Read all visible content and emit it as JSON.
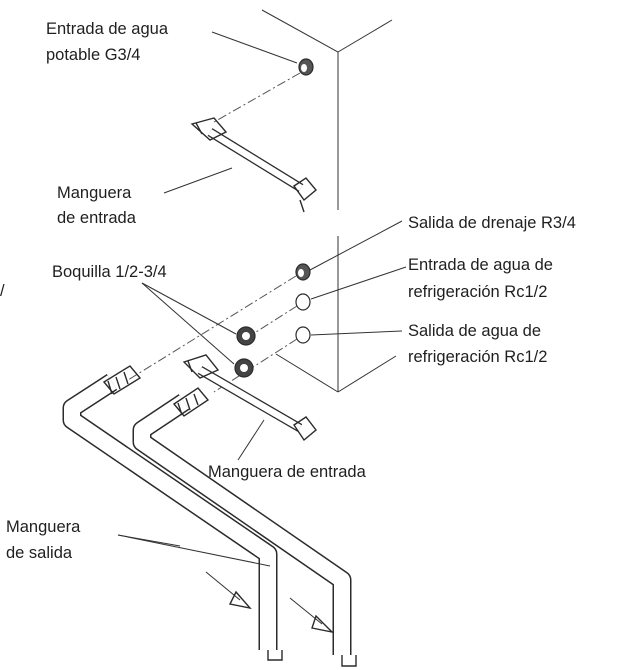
{
  "labels": {
    "drinking_water_inlet": [
      "Entrada de agua",
      "potable G3/4"
    ],
    "inlet_hose_top": [
      "Manguera",
      "de entrada"
    ],
    "drain_outlet": [
      "Salida de drenaje R3/4"
    ],
    "nozzle": [
      "Boquilla 1/2-3/4"
    ],
    "cooling_water_inlet": [
      "Entrada de agua de",
      "refrigeración Rc1/2"
    ],
    "cooling_water_outlet": [
      "Salida de agua de",
      "refrigeración Rc1/2"
    ],
    "inlet_hose_bottom": [
      "Manguera de entrada"
    ],
    "outlet_hose": [
      "Manguera",
      "de salida"
    ]
  },
  "edge_mark": "/",
  "colors": {
    "line": "#2b2b2b",
    "text": "#1f1f1f",
    "background": "#ffffff"
  }
}
